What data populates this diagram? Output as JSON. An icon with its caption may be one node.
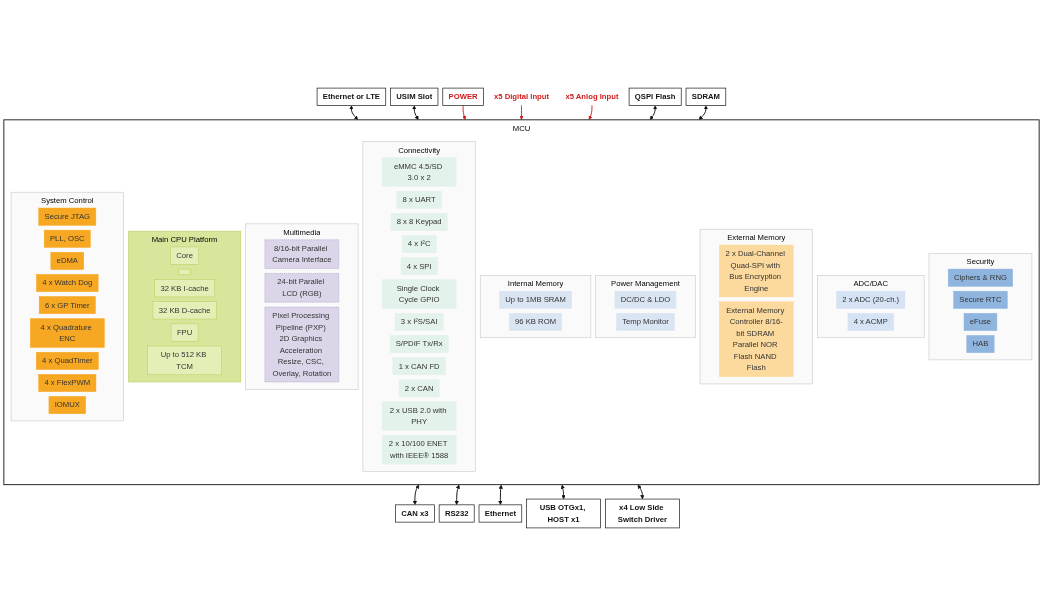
{
  "diagram": {
    "nodes": [
      {
        "text": [
          "Ethernet or LTE"
        ]
      },
      {
        "text": [
          "USIM Slot"
        ]
      },
      {
        "text": [
          "POWER"
        ]
      },
      {
        "text": [
          "x5 Digital Input"
        ]
      },
      {
        "text": [
          "x5 Anlog Input"
        ]
      },
      {
        "text": [
          "QSPI Flash"
        ]
      },
      {
        "text": [
          "SDRAM"
        ]
      },
      {
        "text": [
          "CAN x3"
        ]
      },
      {
        "text": [
          "RS232"
        ]
      },
      {
        "text": [
          "Ethernet"
        ]
      },
      {
        "text": [
          "USB OTGx1, HOST x1"
        ]
      },
      {
        "text": [
          "x4 Low Side Switch Driver"
        ]
      },
      {
        "text": [
          "MCU"
        ]
      },
      {
        "text": [
          "System Control"
        ],
        "in": 12
      },
      {
        "text": [
          "Secure JTAG"
        ],
        "in": 13
      },
      {
        "text": [
          "PLL, OSC"
        ],
        "in": 13
      },
      {
        "text": [
          "eDMA"
        ],
        "in": 13
      },
      {
        "text": [
          "4 x Watch Dog"
        ],
        "in": 13
      },
      {
        "text": [
          "6 x GP Timer"
        ],
        "in": 13
      },
      {
        "text": [
          "4 x Quadrature ENC"
        ],
        "in": 13
      },
      {
        "text": [
          "4 x QuadTimer"
        ],
        "in": 13
      },
      {
        "text": [
          "4 x FlexPWM"
        ],
        "in": 13
      },
      {
        "text": [
          "IOMUX"
        ],
        "in": 13
      },
      {
        "text": [
          "Main CPU Platform"
        ],
        "in": 12
      },
      {
        "text": [
          "Core"
        ],
        "in": 23
      },
      {
        "text": [],
        "shape": "box",
        "in": 23
      },
      {
        "text": [
          "32 KB I-cache"
        ],
        "in": 23
      },
      {
        "text": [
          "32 KB D-cache"
        ],
        "in": 23
      },
      {
        "text": [
          "FPU"
        ],
        "in": 23
      },
      {
        "text": [
          "Up to 512 KB TCM"
        ],
        "in": 23
      },
      {
        "text": [
          "Multimedia"
        ],
        "in": 12
      },
      {
        "text": [
          "8/16-bit Parallel Camera Interface"
        ],
        "in": 30
      },
      {
        "text": [
          "24-bit Parallel LCD (RGB)"
        ],
        "in": 30
      },
      {
        "text": [
          "Pixel Processing Pipeline (PXP) 2D Graphics Acceleration Resize, CSC, Overlay, Rotation"
        ],
        "in": 30
      },
      {
        "text": [
          "Connectivity"
        ],
        "in": 12
      },
      {
        "text": [
          "eMMC 4.5/SD 3.0 x 2"
        ],
        "in": 34
      },
      {
        "text": [
          "8 x UART"
        ],
        "in": 34
      },
      {
        "text": [
          "8 x 8 Keypad"
        ],
        "in": 34
      },
      {
        "text": [
          "4 x I²C"
        ],
        "in": 34
      },
      {
        "text": [
          "4 x SPI"
        ],
        "in": 34
      },
      {
        "text": [
          "Single Clock Cycle GPIO"
        ],
        "in": 34
      },
      {
        "text": [
          "3 x I²S/SAI"
        ],
        "in": 34
      },
      {
        "text": [
          "S/PDIF Tx/Rx"
        ],
        "in": 34
      },
      {
        "text": [
          "1 x CAN FD"
        ],
        "in": 34
      },
      {
        "text": [
          "2 x CAN"
        ],
        "in": 34
      },
      {
        "text": [
          "2 x USB 2.0 with PHY"
        ],
        "in": 34
      },
      {
        "text": [
          "2 x 10/100 ENET with IEEE® 1588"
        ],
        "in": 34
      },
      {
        "text": [
          "Internal Memory"
        ],
        "in": 12
      },
      {
        "text": [
          "Up to 1MB SRAM"
        ],
        "in": 47
      },
      {
        "text": [
          "96 KB ROM"
        ],
        "in": 47
      },
      {
        "text": [
          "Power Management"
        ],
        "in": 12
      },
      {
        "text": [
          "DC/DC & LDO"
        ],
        "in": 50
      },
      {
        "text": [
          "Temp Monitor"
        ],
        "in": 50
      },
      {
        "text": [
          "External Memory"
        ],
        "in": 12
      },
      {
        "text": [
          "2 x Dual-Channel Quad-SPI with Bus Encryption Engine"
        ],
        "in": 53
      },
      {
        "text": [
          "External Memory Controller 8/16-bit SDRAM Parallel NOR Flash NAND Flash"
        ],
        "in": 53
      },
      {
        "text": [
          "ADC/DAC"
        ],
        "in": 12
      },
      {
        "text": [
          "2 x ADC (20-ch.)"
        ],
        "in": 56
      },
      {
        "text": [
          "4 x ACMP"
        ],
        "in": 56
      },
      {
        "text": [
          "Security"
        ],
        "in": 12
      },
      {
        "text": [
          "Ciphers & RNG"
        ],
        "in": 59
      },
      {
        "text": [
          "Secure RTC"
        ],
        "in": 59
      },
      {
        "text": [
          "eFuse"
        ],
        "in": 59
      },
      {
        "text": [
          "HAB"
        ],
        "in": 59
      }
    ],
    "edges": [
      {
        "from": 0,
        "to": 12,
        "arrow": "both"
      },
      {
        "from": 1,
        "to": 12,
        "arrow": "both"
      },
      {
        "from": 2,
        "to": 12,
        "arrow": "to",
        "color": "#d01c1c"
      },
      {
        "from": 3,
        "to": 12,
        "arrow": "to",
        "color": "#d01c1c"
      },
      {
        "from": 4,
        "to": 12,
        "arrow": "to",
        "color": "#d01c1c"
      },
      {
        "from": 5,
        "to": 12,
        "arrow": "both"
      },
      {
        "from": 6,
        "to": 12,
        "arrow": "both"
      },
      {
        "from": 12,
        "to": 7,
        "arrow": "both"
      },
      {
        "from": 12,
        "to": 8,
        "arrow": "both"
      },
      {
        "from": 12,
        "to": 9,
        "arrow": "both"
      },
      {
        "from": 12,
        "to": 10,
        "arrow": "both"
      },
      {
        "from": 12,
        "to": 11,
        "arrow": "both"
      }
    ]
  }
}
